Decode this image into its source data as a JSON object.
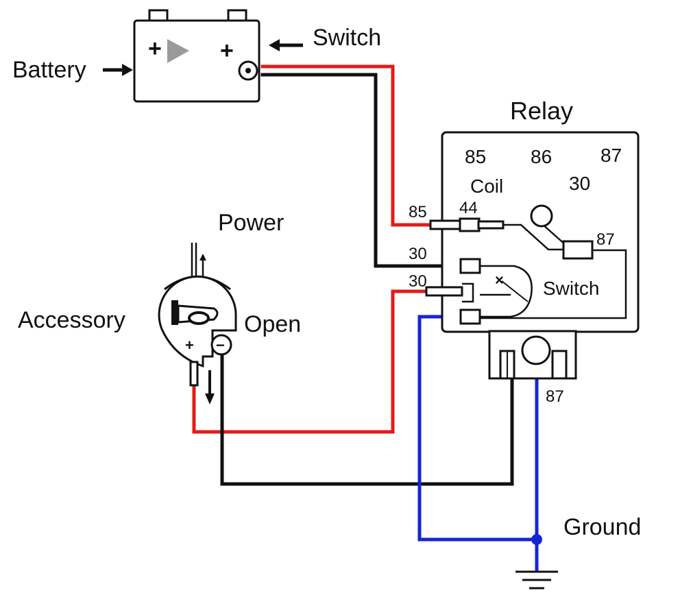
{
  "labels": {
    "battery": "Battery",
    "switch_top": "Switch",
    "relay": "Relay",
    "power": "Power",
    "accessory": "Accessory",
    "open": "Open",
    "ground": "Ground",
    "relay_switch": "Switch",
    "coil": "Coil"
  },
  "battery": {
    "plus_left": "+",
    "plus_right": "+"
  },
  "relay": {
    "header_pins": [
      "85",
      "86",
      "87"
    ],
    "pin_30_top": "30",
    "pin_85_left": "85",
    "pin_44": "44",
    "pin_87_right": "87",
    "pin_30_mid": "30",
    "pin_30_lower": "30",
    "pin_87_bottom": "87",
    "contact_mark": "×"
  },
  "accessory": {
    "plus": "+",
    "minus": "−"
  },
  "colors": {
    "red_wire": "#e21b1b",
    "black_wire": "#111111",
    "blue_wire": "#1426d6",
    "arrow_gray": "#9a9a9a"
  },
  "icons": [
    "arrow-right-icon",
    "arrow-left-icon",
    "arrow-down-icon",
    "horn-icon",
    "ground-symbol-icon",
    "terminal-icon"
  ]
}
